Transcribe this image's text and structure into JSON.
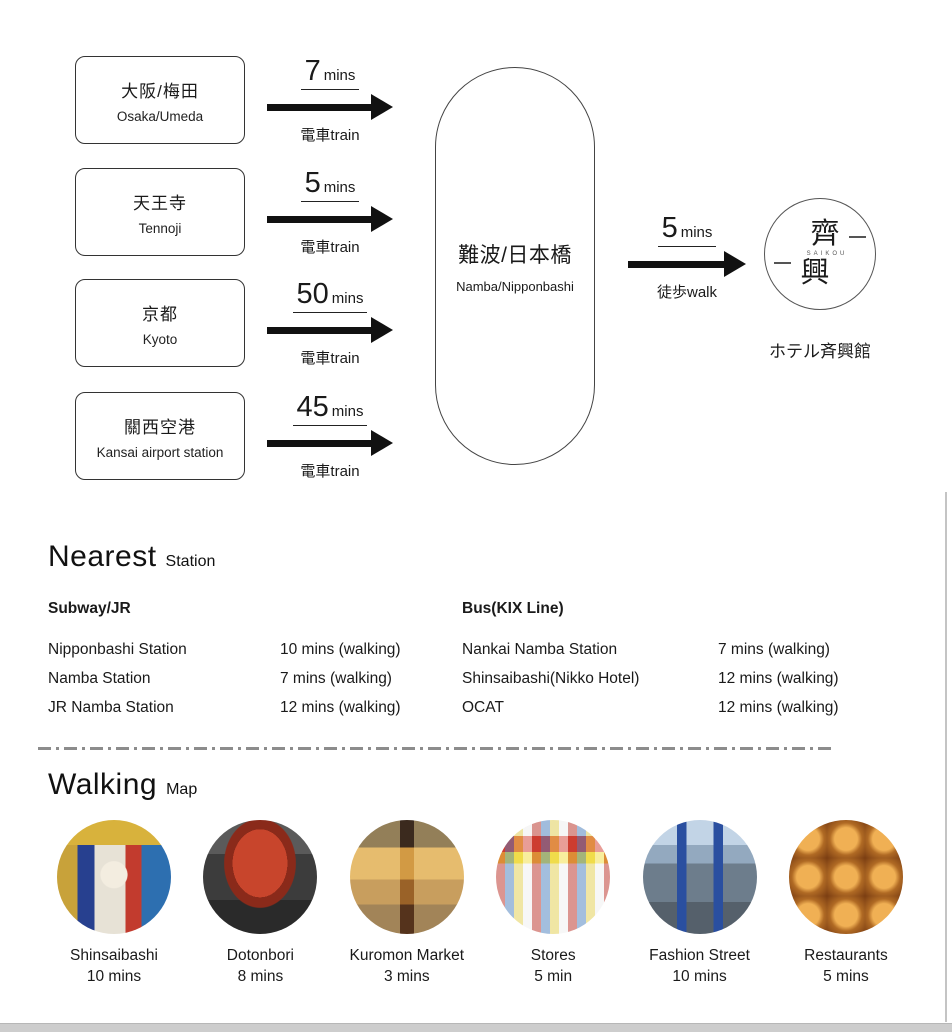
{
  "route_diagram": {
    "origins": [
      {
        "jp": "大阪/梅田",
        "en": "Osaka/Umeda",
        "time": "7",
        "time_unit": "mins",
        "mode_jp": "電車",
        "mode_en": "train"
      },
      {
        "jp": "天王寺",
        "en": "Tennoji",
        "time": "5",
        "time_unit": "mins",
        "mode_jp": "電車",
        "mode_en": "train"
      },
      {
        "jp": "京都",
        "en": "Kyoto",
        "time": "50",
        "time_unit": "mins",
        "mode_jp": "電車",
        "mode_en": "train"
      },
      {
        "jp": "關西空港",
        "en": "Kansai airport station",
        "time": "45",
        "time_unit": "mins",
        "mode_jp": "電車",
        "mode_en": "train"
      }
    ],
    "hub": {
      "jp": "難波/日本橋",
      "en": "Namba/Nipponbashi"
    },
    "hotel_leg": {
      "time": "5",
      "time_unit": "mins",
      "mode_jp": "徒歩",
      "mode_en": "walk"
    },
    "hotel": {
      "logo_char_1": "齊",
      "logo_caption": "SAIKOU",
      "logo_char_2": "興",
      "label": "ホテル斉興館"
    }
  },
  "nearest": {
    "title": "Nearest",
    "subtitle": "Station",
    "columns": [
      {
        "header": "Subway/JR",
        "rows": [
          {
            "name": "Nipponbashi Station",
            "time": "10 mins (walking)"
          },
          {
            "name": "Namba Station",
            "time": "7  mins (walking)"
          },
          {
            "name": "JR Namba Station",
            "time": "12 mins (walking)"
          }
        ]
      },
      {
        "header": "Bus(KIX Line)",
        "rows": [
          {
            "name": "Nankai Namba Station",
            "time": "7 mins (walking)"
          },
          {
            "name": "Shinsaibashi(Nikko Hotel)",
            "time": "12 mins (walking)"
          },
          {
            "name": "OCAT",
            "time": "12 mins (walking)"
          }
        ]
      }
    ]
  },
  "walking": {
    "title": "Walking",
    "subtitle": "Map",
    "items": [
      {
        "label": "Shinsaibashi",
        "time": "10 mins",
        "photo": "shinsaibashi-billboards-photo"
      },
      {
        "label": "Dotonbori",
        "time": "8 mins",
        "photo": "dotonbori-crab-sign-photo"
      },
      {
        "label": "Kuromon Market",
        "time": "3 mins",
        "photo": "kuromon-market-photo"
      },
      {
        "label": "Stores",
        "time": "5 min",
        "photo": "drugstore-photo"
      },
      {
        "label": "Fashion Street",
        "time": "10 mins",
        "photo": "fashion-street-photo"
      },
      {
        "label": "Restaurants",
        "time": "5 mins",
        "photo": "takoyaki-photo"
      }
    ]
  }
}
